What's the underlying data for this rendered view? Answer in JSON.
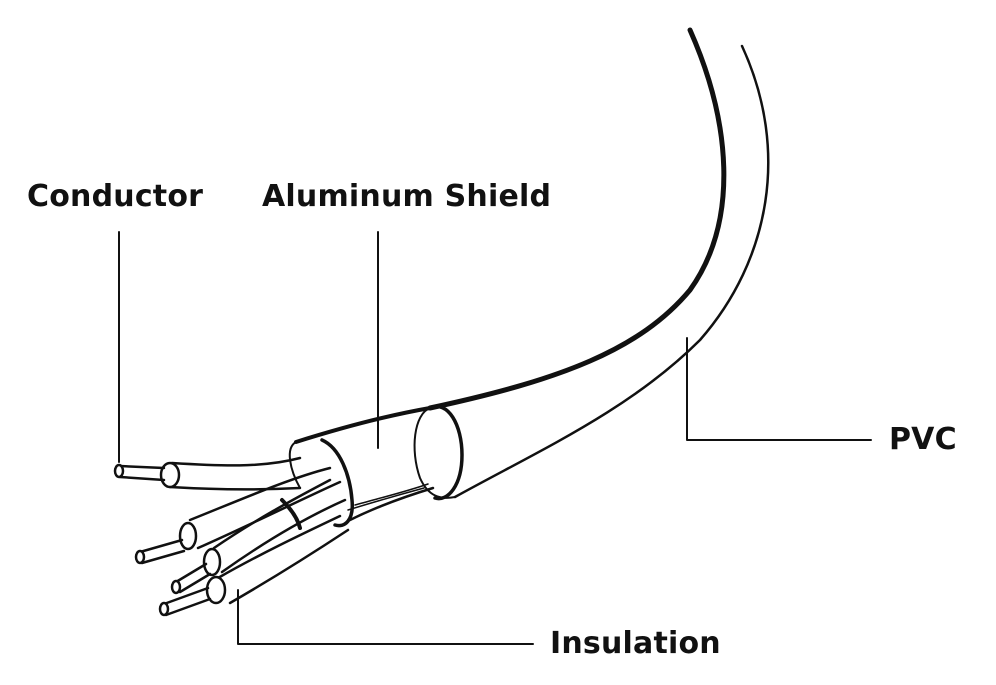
{
  "labels": {
    "conductor": "Conductor",
    "aluminum_shield": "Aluminum Shield",
    "pvc": "PVC",
    "insulation": "Insulation"
  },
  "colors": {
    "line": "#111111",
    "fill": "#ffffff"
  }
}
